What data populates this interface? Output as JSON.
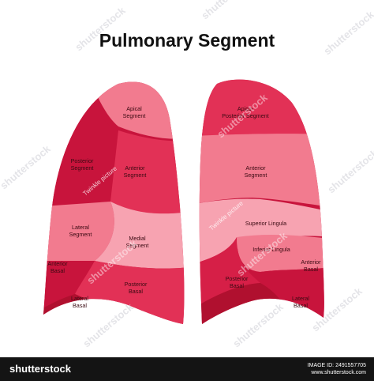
{
  "title": "Pulmonary Segment",
  "colors": {
    "lung_dark": "#c8143c",
    "lung_mid": "#e23156",
    "lung_light": "#f27b8f",
    "lung_pale": "#f7a3b1"
  },
  "right_lung": {
    "segments": [
      {
        "line1": "Apical",
        "line2": "Segment"
      },
      {
        "line1": "Posterior",
        "line2": "Segment"
      },
      {
        "line1": "Anterior",
        "line2": "Segment"
      },
      {
        "line1": "Lateral",
        "line2": "Segment"
      },
      {
        "line1": "Medial",
        "line2": "Segment"
      },
      {
        "line1": "Anterior",
        "line2": "Basal"
      },
      {
        "line1": "Posterior",
        "line2": "Basal"
      },
      {
        "line1": "Lateral",
        "line2": "Basal"
      }
    ]
  },
  "left_lung": {
    "segments": [
      {
        "line1": "Apico-",
        "line2": "Posterior Segment"
      },
      {
        "line1": "Anterior",
        "line2": "Segment"
      },
      {
        "line1": "Superior Lingula",
        "line2": ""
      },
      {
        "line1": "Inferior Lingula",
        "line2": ""
      },
      {
        "line1": "Anterior",
        "line2": "Basal"
      },
      {
        "line1": "Posterior",
        "line2": "Basal"
      },
      {
        "line1": "Lateral",
        "line2": "Basal"
      }
    ]
  },
  "watermarks": {
    "shutterstock": "shutterstock",
    "twinkle": "Twinkle picture"
  },
  "footer": {
    "brand": "shutterstock",
    "image_id_label": "IMAGE ID: 2491557705",
    "site": "www.shutterstock.com"
  }
}
